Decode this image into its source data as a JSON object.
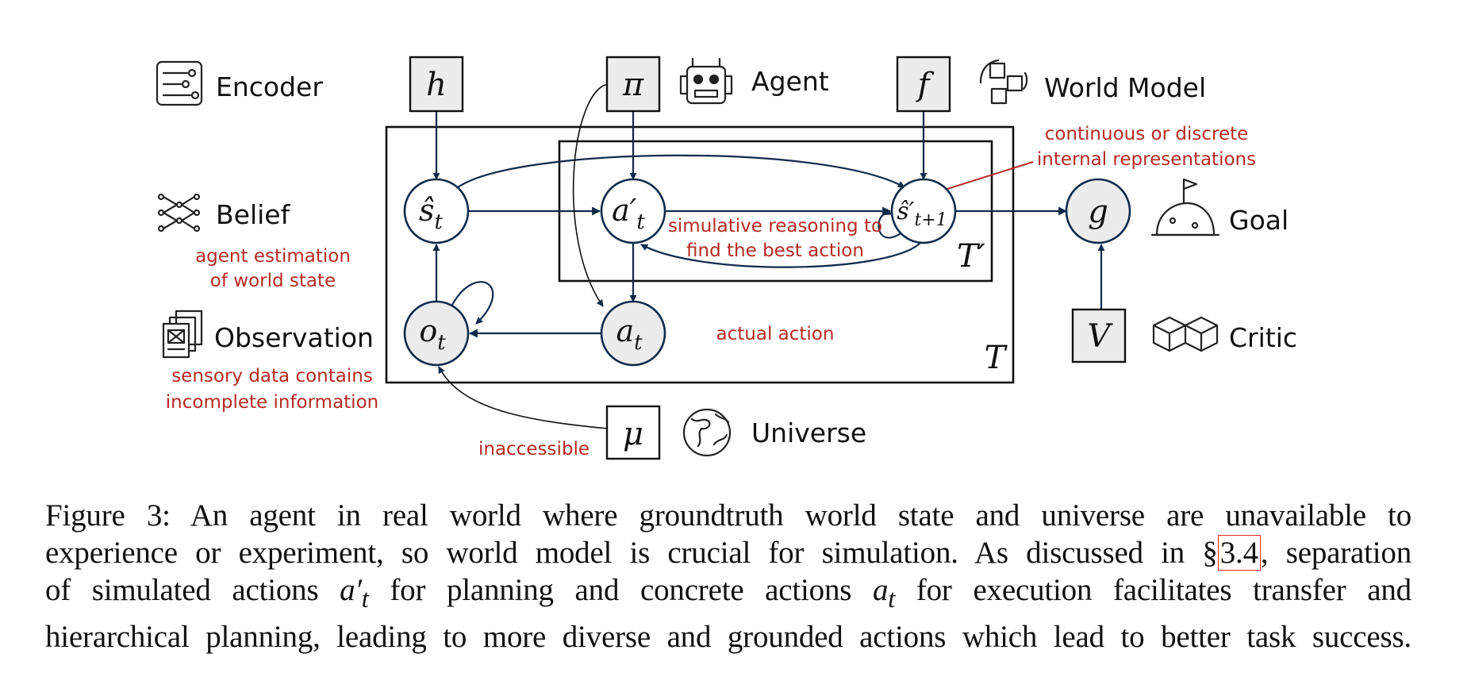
{
  "legend": {
    "encoder": "Encoder",
    "agent": "Agent",
    "world_model": "World Model",
    "belief": "Belief",
    "goal": "Goal",
    "observation": "Observation",
    "critic": "Critic",
    "universe": "Universe"
  },
  "nodes": {
    "h": "h",
    "pi": "π",
    "f": "f",
    "s_hat": "ŝ",
    "s_sub": "t",
    "a_prime": "a′",
    "a_prime_sub": "t",
    "s_next": "ŝ′",
    "s_next_sub": "t+1",
    "g": "g",
    "o": "o",
    "o_sub": "t",
    "a": "a",
    "a_sub": "t",
    "V": "V",
    "mu": "μ",
    "T_prime": "T′",
    "T": "T"
  },
  "annotations": {
    "internal_rep_line1": "continuous or discrete",
    "internal_rep_line2": "internal representations",
    "belief_line1": "agent estimation",
    "belief_line2": "of world state",
    "simulative_line1": "simulative reasoning to",
    "simulative_line2": "find the best action",
    "actual_action": "actual action",
    "sensory_line1": "sensory data contains",
    "sensory_line2": "incomplete information",
    "inaccessible": "inaccessible"
  },
  "caption": {
    "l1": "Figure 3:  An agent in real world where groundtruth world state and universe are unavailable to",
    "l2a": "experience or experiment, so world model is crucial for simulation. As discussed in §",
    "ref": "3.4",
    "l2b": ", separation",
    "l3a": "of simulated actions ",
    "l3_m1": "a′",
    "l3_m1_sub": "t",
    "l3b": " for planning and concrete actions ",
    "l3_m2": "a",
    "l3_m2_sub": "t",
    "l3c": " for execution facilitates transfer and",
    "l4": "hierarchical planning, leading to more diverse and grounded actions which lead to better task success."
  },
  "colors": {
    "annotation_red": "#b52a25",
    "node_edge": "#0f2a4a",
    "observed_fill": "#ececec",
    "ref_box": "#e22222"
  },
  "icons": [
    "encoder-icon",
    "agent-robot-icon",
    "world-model-cubes-icon",
    "belief-network-icon",
    "goal-flag-icon",
    "observation-documents-icon",
    "critic-dice-icon",
    "universe-globe-icon"
  ]
}
